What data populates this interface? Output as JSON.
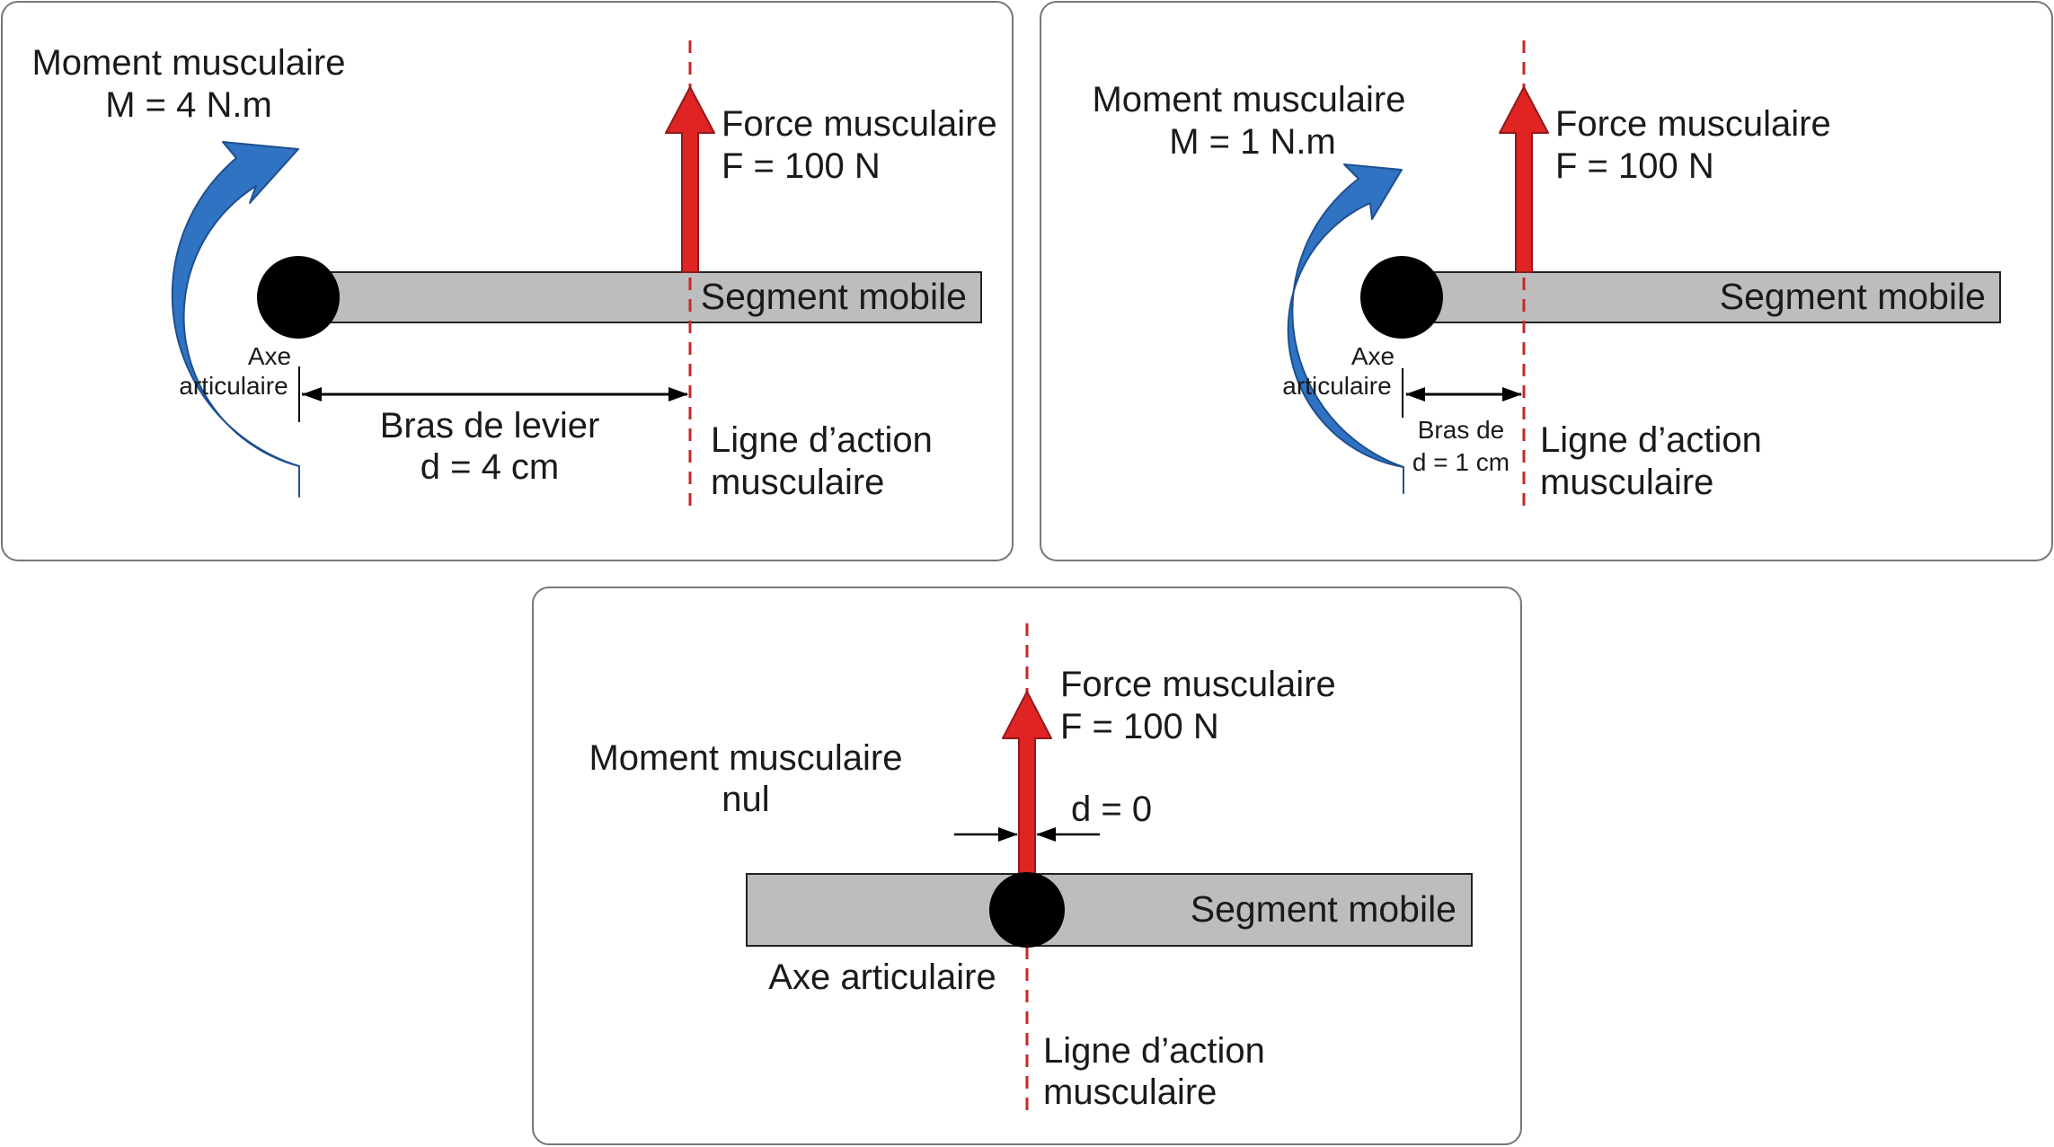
{
  "panels": [
    {
      "moment_title": "Moment musculaire",
      "moment_value": "M = 4 N.m",
      "force_title": "Force musculaire",
      "force_value": "F = 100 N",
      "segment": "Segment mobile",
      "axis_line1": "Axe",
      "axis_line2": "articulaire",
      "lever_line1": "Bras de levier",
      "lever_line2": "d = 4 cm",
      "action_line1": "Ligne d’action",
      "action_line2": "musculaire"
    },
    {
      "moment_title": "Moment musculaire",
      "moment_value": "M = 1 N.m",
      "force_title": "Force musculaire",
      "force_value": "F = 100 N",
      "segment": "Segment mobile",
      "axis_line1": "Axe",
      "axis_line2": "articulaire",
      "lever_line1": "Bras de",
      "lever_line2": "d = 1 cm",
      "action_line1": "Ligne d’action",
      "action_line2": "musculaire"
    },
    {
      "moment_title": "Moment musculaire",
      "moment_value": "nul",
      "force_title": "Force musculaire",
      "force_value": "F = 100 N",
      "segment": "Segment mobile",
      "axis_label": "Axe articulaire",
      "lever_label": "d = 0",
      "action_line1": "Ligne d’action",
      "action_line2": "musculaire"
    }
  ],
  "colors": {
    "force_arrow": "#e02424",
    "moment_arrow": "#2f73c2",
    "segment_fill": "#bdbdbd",
    "action_line": "#c62828",
    "axis_dot": "#000000"
  }
}
